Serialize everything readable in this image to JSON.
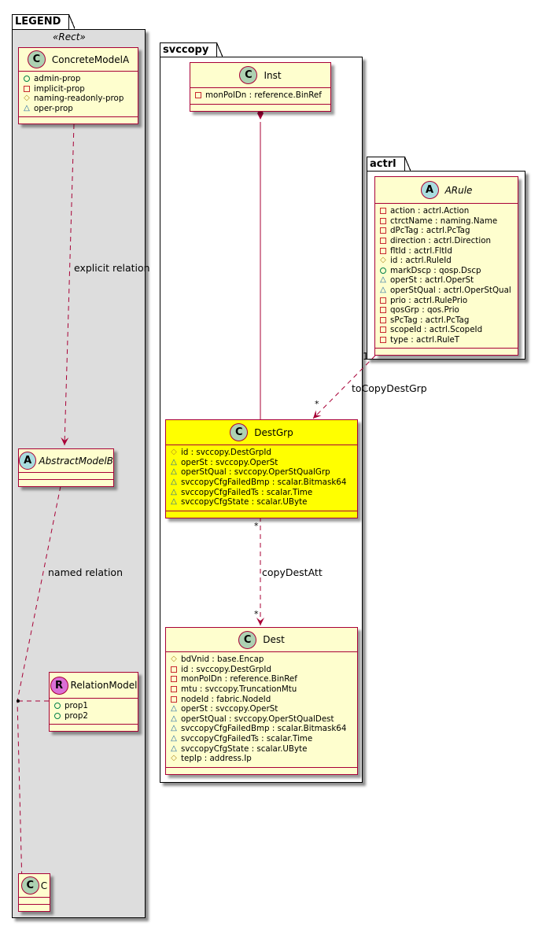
{
  "packages": {
    "legend": {
      "name": "LEGEND",
      "stereotype": "«Rect»"
    },
    "svccopy": {
      "name": "svccopy"
    },
    "actrl": {
      "name": "actrl"
    }
  },
  "colors": {
    "class_fill": "#fefece",
    "highlight_fill": "#ffff00",
    "border": "#a80036",
    "legend_bg": "#dddddd"
  },
  "classes": {
    "concrete_model_a": {
      "name": "ConcreteModelA",
      "spot": "C",
      "attributes": [
        {
          "vis": "public",
          "text": "admin-prop"
        },
        {
          "vis": "private",
          "text": "implicit-prop"
        },
        {
          "vis": "protected",
          "text": "naming-readonly-prop"
        },
        {
          "vis": "package",
          "text": "oper-prop"
        }
      ]
    },
    "abstract_model_b": {
      "name": "AbstractModelB",
      "spot": "A",
      "attributes": []
    },
    "relation_model": {
      "name": "RelationModel",
      "spot": "R",
      "attributes": [
        {
          "vis": "public",
          "text": "prop1"
        },
        {
          "vis": "public",
          "text": "prop2"
        }
      ]
    },
    "c": {
      "name": "C",
      "spot": "C",
      "attributes": []
    },
    "inst": {
      "name": "Inst",
      "spot": "C",
      "attributes": [
        {
          "vis": "private",
          "text": "monPolDn : reference.BinRef"
        }
      ]
    },
    "dest_grp": {
      "name": "DestGrp",
      "spot": "C",
      "attributes": [
        {
          "vis": "protected",
          "text": "id : svccopy.DestGrpId"
        },
        {
          "vis": "package",
          "text": "operSt : svccopy.OperSt"
        },
        {
          "vis": "package",
          "text": "operStQual : svccopy.OperStQualGrp"
        },
        {
          "vis": "package",
          "text": "svccopyCfgFailedBmp : scalar.Bitmask64"
        },
        {
          "vis": "package",
          "text": "svccopyCfgFailedTs : scalar.Time"
        },
        {
          "vis": "package",
          "text": "svccopyCfgState : scalar.UByte"
        }
      ]
    },
    "dest": {
      "name": "Dest",
      "spot": "C",
      "attributes": [
        {
          "vis": "protected",
          "text": "bdVnid : base.Encap"
        },
        {
          "vis": "private",
          "text": "id : svccopy.DestGrpId"
        },
        {
          "vis": "private",
          "text": "monPolDn : reference.BinRef"
        },
        {
          "vis": "private",
          "text": "mtu : svccopy.TruncationMtu"
        },
        {
          "vis": "private",
          "text": "nodeId : fabric.NodeId"
        },
        {
          "vis": "package",
          "text": "operSt : svccopy.OperSt"
        },
        {
          "vis": "package",
          "text": "operStQual : svccopy.OperStQualDest"
        },
        {
          "vis": "package",
          "text": "svccopyCfgFailedBmp : scalar.Bitmask64"
        },
        {
          "vis": "package",
          "text": "svccopyCfgFailedTs : scalar.Time"
        },
        {
          "vis": "package",
          "text": "svccopyCfgState : scalar.UByte"
        },
        {
          "vis": "protected",
          "text": "tepIp : address.Ip"
        }
      ]
    },
    "arule": {
      "name": "ARule",
      "spot": "A",
      "attributes": [
        {
          "vis": "private",
          "text": "action : actrl.Action"
        },
        {
          "vis": "private",
          "text": "ctrctName : naming.Name"
        },
        {
          "vis": "private",
          "text": "dPcTag : actrl.PcTag"
        },
        {
          "vis": "private",
          "text": "direction : actrl.Direction"
        },
        {
          "vis": "private",
          "text": "fltId : actrl.FltId"
        },
        {
          "vis": "protected",
          "text": "id : actrl.RuleId"
        },
        {
          "vis": "public",
          "text": "markDscp : qosp.Dscp"
        },
        {
          "vis": "package",
          "text": "operSt : actrl.OperSt"
        },
        {
          "vis": "package",
          "text": "operStQual : actrl.OperStQual"
        },
        {
          "vis": "private",
          "text": "prio : actrl.RulePrio"
        },
        {
          "vis": "private",
          "text": "qosGrp : qos.Prio"
        },
        {
          "vis": "private",
          "text": "sPcTag : actrl.PcTag"
        },
        {
          "vis": "private",
          "text": "scopeId : actrl.ScopeId"
        },
        {
          "vis": "private",
          "text": "type : actrl.RuleT"
        }
      ]
    }
  },
  "relations": {
    "explicit": {
      "label": "explicit relation"
    },
    "named": {
      "label": "named relation"
    },
    "to_copy_dest_grp": {
      "label": "toCopyDestGrp",
      "from_mult": "1",
      "to_mult": "*"
    },
    "copy_dest_att": {
      "label": "copyDestAtt",
      "from_mult": "*",
      "to_mult": "*"
    }
  }
}
